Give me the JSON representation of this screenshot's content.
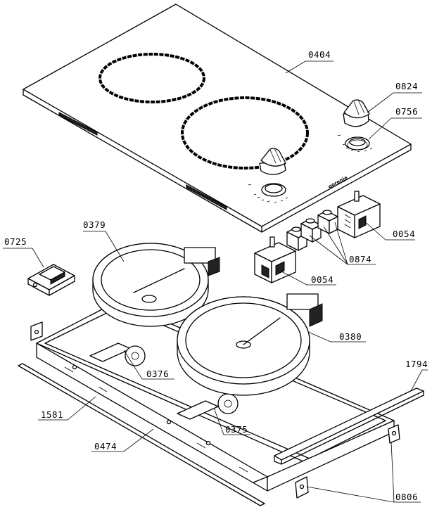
{
  "brand_text": "gorenje",
  "parts": [
    {
      "id": "hob-top",
      "label": "0404"
    },
    {
      "id": "knob",
      "label": "0824"
    },
    {
      "id": "knob-ring",
      "label": "0756"
    },
    {
      "id": "terminal-block",
      "label": "0725"
    },
    {
      "id": "heater-small",
      "label": "0379"
    },
    {
      "id": "regulator-left",
      "label": "0054"
    },
    {
      "id": "regulator-right",
      "label": "0054"
    },
    {
      "id": "indicator-lamps",
      "label": "0874"
    },
    {
      "id": "heater-large",
      "label": "0380"
    },
    {
      "id": "spring-clip-left",
      "label": "0376"
    },
    {
      "id": "spring-clip-right",
      "label": "0375"
    },
    {
      "id": "side-rail",
      "label": "1794"
    },
    {
      "id": "housing",
      "label": "1581"
    },
    {
      "id": "seal-strip",
      "label": "0474"
    },
    {
      "id": "mounting-bracket",
      "label": "0806"
    }
  ]
}
